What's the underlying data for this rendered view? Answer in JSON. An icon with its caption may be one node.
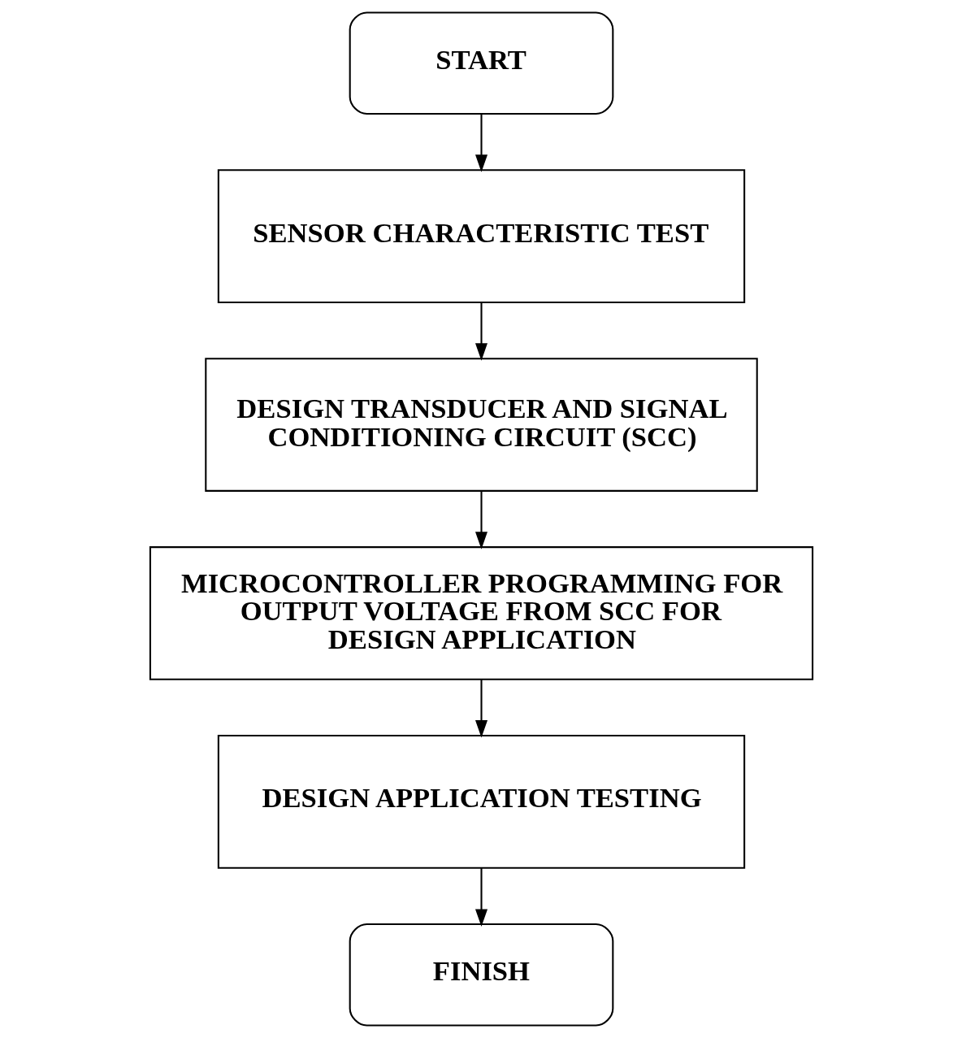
{
  "diagram": {
    "nodes": [
      {
        "text": [
          "START"
        ]
      },
      {
        "text": [
          "SENSOR CHARACTERISTIC TEST"
        ]
      },
      {
        "text": [
          "DESIGN TRANSDUCER AND SIGNAL CONDITIONING CIRCUIT (SCC)"
        ]
      },
      {
        "text": [
          "MICROCONTROLLER PROGRAMMING FOR OUTPUT VOLTAGE FROM SCC FOR DESIGN APPLICATION"
        ]
      },
      {
        "text": [
          "DESIGN APPLICATION TESTING"
        ]
      },
      {
        "text": [
          "FINISH"
        ]
      }
    ],
    "edges": [
      {
        "from": 0,
        "to": 1,
        "arrow": "to"
      },
      {
        "from": 1,
        "to": 2,
        "arrow": "to"
      },
      {
        "from": 2,
        "to": 3,
        "arrow": "to"
      },
      {
        "from": 3,
        "to": 4,
        "arrow": "to"
      },
      {
        "from": 4,
        "to": 5,
        "arrow": "to"
      }
    ]
  }
}
